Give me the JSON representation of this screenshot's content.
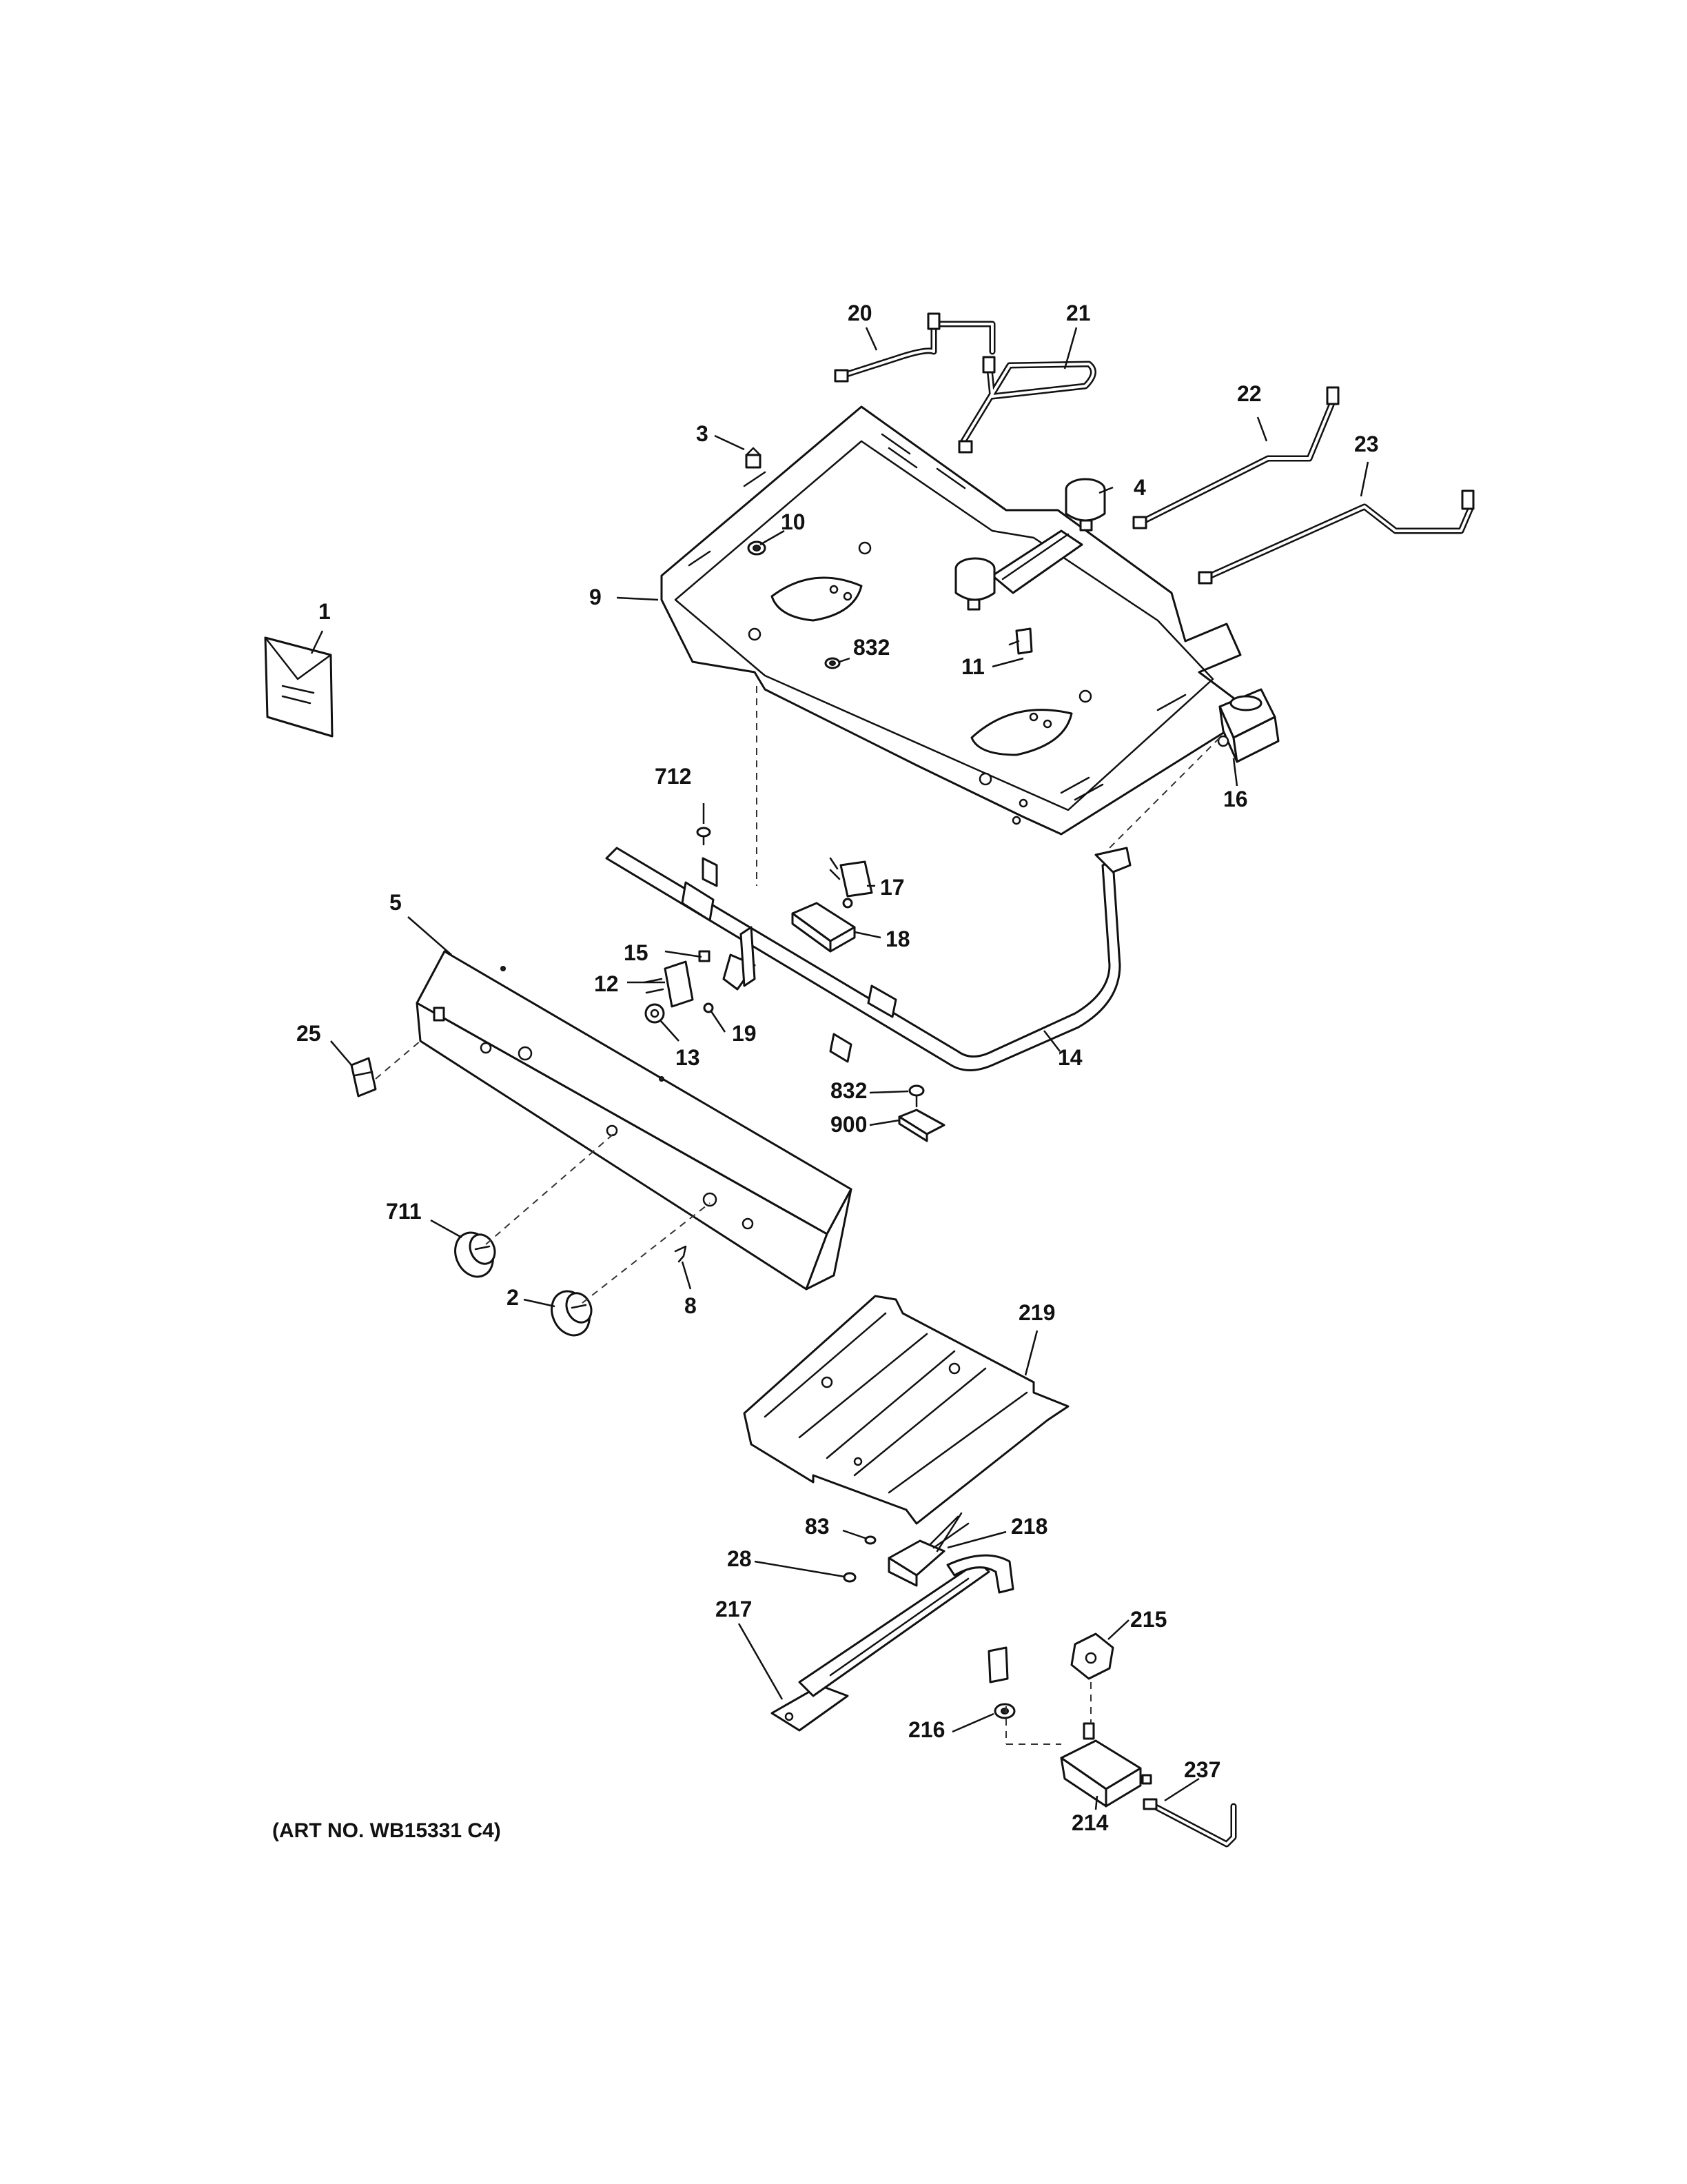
{
  "diagram": {
    "caption": "(ART NO. WB15331 C4)",
    "callouts": {
      "c1": "1",
      "c2": "2",
      "c3": "3",
      "c4": "4",
      "c5": "5",
      "c8": "8",
      "c9": "9",
      "c10": "10",
      "c11": "11",
      "c12": "12",
      "c13": "13",
      "c14": "14",
      "c15": "15",
      "c16": "16",
      "c17": "17",
      "c18": "18",
      "c19": "19",
      "c20": "20",
      "c21": "21",
      "c22": "22",
      "c23": "23",
      "c25": "25",
      "c28": "28",
      "c83": "83",
      "c214": "214",
      "c215": "215",
      "c216": "216",
      "c217": "217",
      "c218": "218",
      "c219": "219",
      "c237": "237",
      "c711": "711",
      "c712": "712",
      "c832a": "832",
      "c832b": "832",
      "c900": "900"
    }
  }
}
